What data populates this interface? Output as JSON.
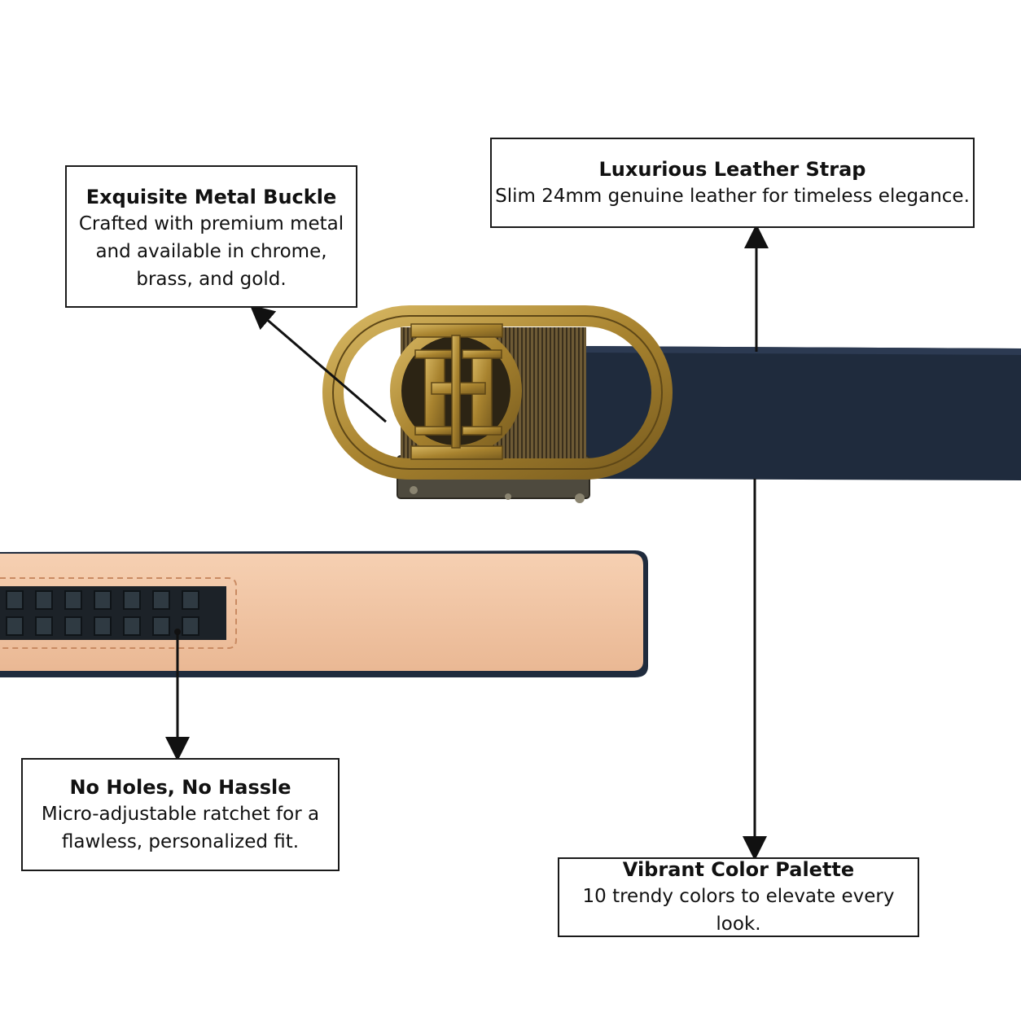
{
  "callouts": {
    "buckle": {
      "title": "Exquisite Metal Buckle",
      "lines": [
        "Crafted with premium metal",
        "and available in chrome,",
        "brass, and gold."
      ]
    },
    "strap": {
      "title": "Luxurious Leather Strap",
      "lines": [
        "Slim 24mm genuine leather for timeless elegance."
      ]
    },
    "holes": {
      "title": "No Holes, No Hassle",
      "lines": [
        "Micro-adjustable ratchet for a",
        "flawless, personalized fit."
      ]
    },
    "color": {
      "title": "Vibrant Color Palette",
      "lines": [
        "10 trendy colors to elevate every look."
      ]
    }
  },
  "colors": {
    "strap_navy": "#1f2b3d",
    "underside_tan": "#f2c4a2",
    "buckle_gold": "#b5923a",
    "ratchet_dark": "#1c2228",
    "text": "#111111"
  },
  "icons": [
    "arrow-icon",
    "buckle-logo-h-icon"
  ]
}
